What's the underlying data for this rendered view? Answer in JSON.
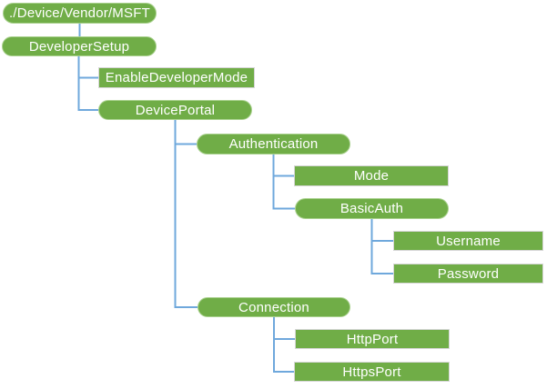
{
  "diagram": {
    "kind": "tree",
    "colors": {
      "node_fill": "#70AD47",
      "node_text": "#FFFFFF",
      "connector": "#6FA8DC",
      "rect_border": "#D6D6D6",
      "rounded_border": "#A9D18E",
      "canvas_bg": "#FFFFFF"
    },
    "nodes": [
      {
        "label": "./Device/Vendor/MSFT",
        "shape": "rounded",
        "parent": null
      },
      {
        "label": "DeveloperSetup",
        "shape": "rounded",
        "parent": "./Device/Vendor/MSFT"
      },
      {
        "label": "EnableDeveloperMode",
        "shape": "rect",
        "parent": "DeveloperSetup"
      },
      {
        "label": "DevicePortal",
        "shape": "rounded",
        "parent": "DeveloperSetup"
      },
      {
        "label": "Authentication",
        "shape": "rounded",
        "parent": "DevicePortal"
      },
      {
        "label": "Mode",
        "shape": "rect",
        "parent": "Authentication"
      },
      {
        "label": "BasicAuth",
        "shape": "rounded",
        "parent": "Authentication"
      },
      {
        "label": "Username",
        "shape": "rect",
        "parent": "BasicAuth"
      },
      {
        "label": "Password",
        "shape": "rect",
        "parent": "BasicAuth"
      },
      {
        "label": "Connection",
        "shape": "rounded",
        "parent": "DevicePortal"
      },
      {
        "label": "HttpPort",
        "shape": "rect",
        "parent": "Connection"
      },
      {
        "label": "HttpsPort",
        "shape": "rect",
        "parent": "Connection"
      }
    ]
  }
}
